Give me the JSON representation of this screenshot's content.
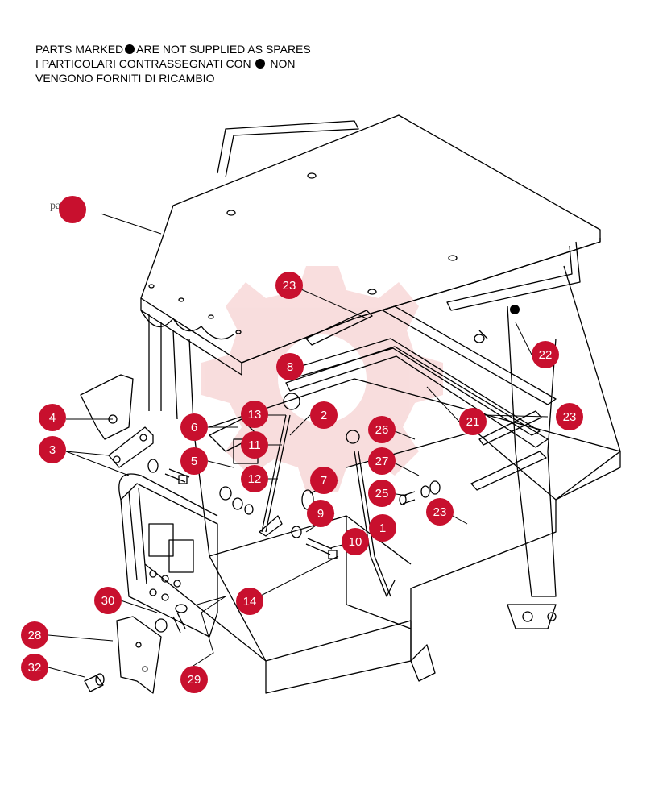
{
  "header": {
    "line1_a": "PARTS MARKED",
    "line1_b": "ARE NOT SUPPLIED AS SPARES",
    "line2_a": "I  PARTICOLARI  CONTRASSEGNATI  CON",
    "line2_b": "NON",
    "line3": "VENGONO FORNITI DI RICAMBIO"
  },
  "page_ref": "pag. 1",
  "colors": {
    "badge": "#c8102e",
    "line": "#000000",
    "watermark": "#f4c7c7"
  },
  "callouts": [
    {
      "label": "1"
    },
    {
      "label": "2"
    },
    {
      "label": "3"
    },
    {
      "label": "4"
    },
    {
      "label": "5"
    },
    {
      "label": "6"
    },
    {
      "label": "7"
    },
    {
      "label": "8"
    },
    {
      "label": "9"
    },
    {
      "label": "10"
    },
    {
      "label": "11"
    },
    {
      "label": "12"
    },
    {
      "label": "13"
    },
    {
      "label": "14"
    },
    {
      "label": "21"
    },
    {
      "label": "22"
    },
    {
      "label": "23"
    },
    {
      "label": "23"
    },
    {
      "label": "23"
    },
    {
      "label": "25"
    },
    {
      "label": "26"
    },
    {
      "label": "27"
    },
    {
      "label": "28"
    },
    {
      "label": "29"
    },
    {
      "label": "30"
    },
    {
      "label": "32"
    }
  ]
}
